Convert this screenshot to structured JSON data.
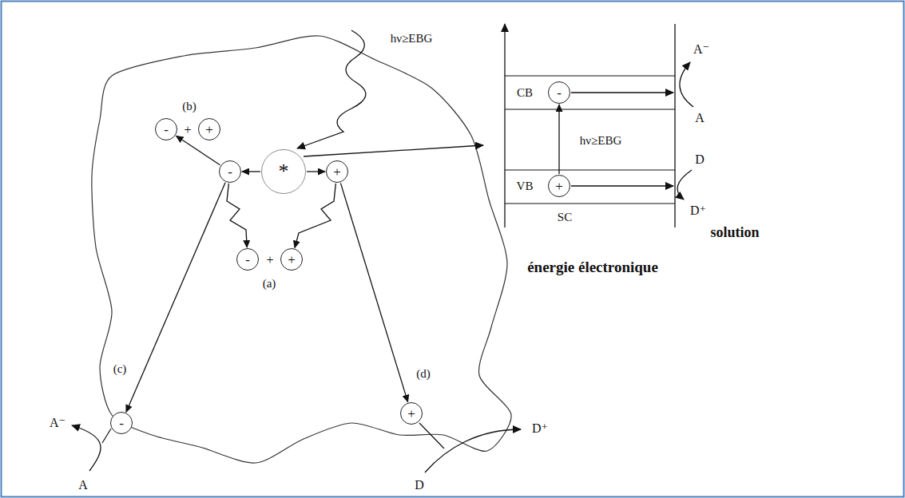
{
  "diagram": {
    "nodes": [
      {
        "text": [
          "-"
        ]
      },
      {
        "text": [
          "+"
        ]
      },
      {
        "text": [
          "-"
        ]
      },
      {
        "text": [
          "*"
        ]
      },
      {
        "text": [
          "+"
        ]
      },
      {
        "text": [
          "-"
        ]
      },
      {
        "text": [
          "+"
        ]
      },
      {
        "text": [
          "-"
        ]
      },
      {
        "text": [
          "+"
        ]
      },
      {
        "text": [
          "-"
        ]
      },
      {
        "text": [
          "+"
        ]
      }
    ],
    "edges": [
      {
        "from": 3,
        "to": 2,
        "arrow": "to"
      },
      {
        "from": 3,
        "to": 4,
        "arrow": "to"
      },
      {
        "from": 2,
        "to": 0,
        "arrow": "to"
      },
      {
        "from": 2,
        "to": 5,
        "arrow": "to"
      },
      {
        "from": 4,
        "to": 6,
        "arrow": "to"
      },
      {
        "from": 2,
        "to": 7,
        "arrow": "to"
      },
      {
        "from": 4,
        "to": 8,
        "arrow": "to"
      },
      {
        "from": 10,
        "to": 9,
        "arrow": "to"
      }
    ],
    "labels": [
      "hν≥EBG",
      "(b)",
      "+",
      "(a)",
      "+",
      "(c)",
      "(d)",
      "A⁻",
      "A",
      "D⁺",
      "D",
      "CB",
      "VB",
      "hν≥EBG",
      "A⁻",
      "A",
      "D",
      "D⁺",
      "SC",
      "solution",
      "énergie électronique"
    ]
  }
}
